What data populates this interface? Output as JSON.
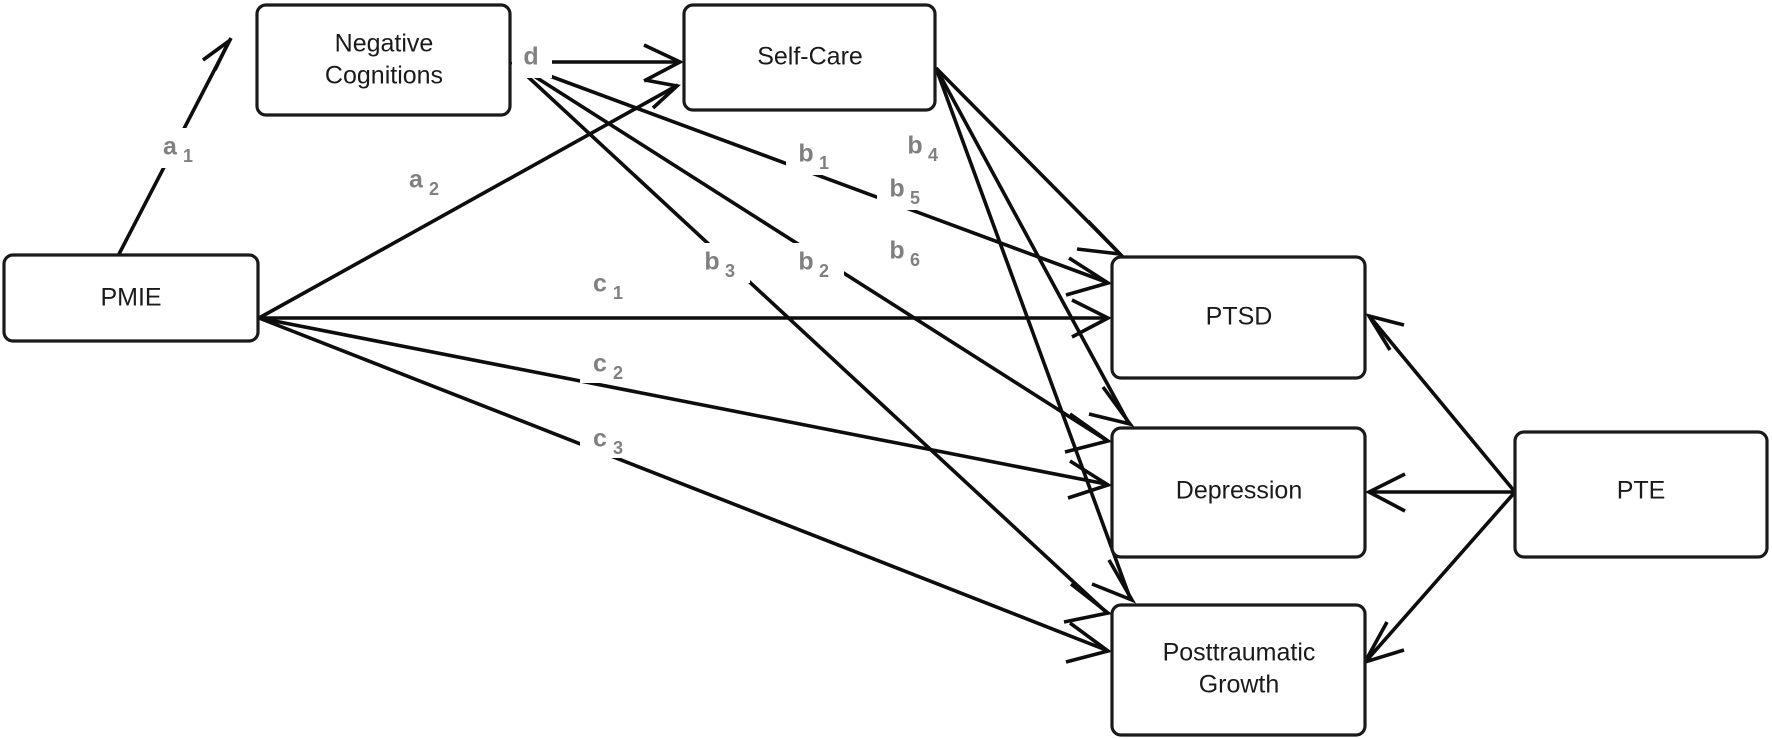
{
  "diagram": {
    "type": "path-model",
    "title": "",
    "background_color": "#ffffff",
    "line_color": "#0d0d0d",
    "box_stroke_color": "#1a1a1a",
    "box_fill_color": "#ffffff",
    "label_text_color": "#1a1a1a",
    "coefficient_color": "#808080"
  },
  "nodes": [
    {
      "id": "pmie",
      "label": "PMIE",
      "label_line1": "PMIE",
      "label_line2": ""
    },
    {
      "id": "negcog",
      "label": "Negative Cognitions",
      "label_line1": "Negative",
      "label_line2": "Cognitions"
    },
    {
      "id": "selfcare",
      "label": "Self-Care",
      "label_line1": "Self-Care",
      "label_line2": ""
    },
    {
      "id": "ptsd",
      "label": "PTSD",
      "label_line1": "PTSD",
      "label_line2": ""
    },
    {
      "id": "depression",
      "label": "Depression",
      "label_line1": "Depression",
      "label_line2": ""
    },
    {
      "id": "ptg",
      "label": "Posttraumatic Growth",
      "label_line1": "Posttraumatic",
      "label_line2": "Growth"
    },
    {
      "id": "pte",
      "label": "PTE",
      "label_line1": "PTE",
      "label_line2": ""
    }
  ],
  "edges": [
    {
      "id": "a1",
      "from": "pmie",
      "to": "negcog",
      "coef": "a",
      "sub": "1"
    },
    {
      "id": "a2",
      "from": "pmie",
      "to": "selfcare",
      "coef": "a",
      "sub": "2"
    },
    {
      "id": "d",
      "from": "negcog",
      "to": "selfcare",
      "coef": "d",
      "sub": ""
    },
    {
      "id": "b1",
      "from": "negcog",
      "to": "ptsd",
      "coef": "b",
      "sub": "1"
    },
    {
      "id": "b2",
      "from": "negcog",
      "to": "depression",
      "coef": "b",
      "sub": "2"
    },
    {
      "id": "b3",
      "from": "negcog",
      "to": "ptg",
      "coef": "b",
      "sub": "3"
    },
    {
      "id": "b4",
      "from": "selfcare",
      "to": "ptsd",
      "coef": "b",
      "sub": "4"
    },
    {
      "id": "b5",
      "from": "selfcare",
      "to": "depression",
      "coef": "b",
      "sub": "5"
    },
    {
      "id": "b6",
      "from": "selfcare",
      "to": "ptg",
      "coef": "b",
      "sub": "6"
    },
    {
      "id": "c1",
      "from": "pmie",
      "to": "ptsd",
      "coef": "c",
      "sub": "1"
    },
    {
      "id": "c2",
      "from": "pmie",
      "to": "depression",
      "coef": "c",
      "sub": "2"
    },
    {
      "id": "c3",
      "from": "pmie",
      "to": "ptg",
      "coef": "c",
      "sub": "3"
    },
    {
      "id": "pte_ptsd",
      "from": "pte",
      "to": "ptsd",
      "coef": "",
      "sub": ""
    },
    {
      "id": "pte_dep",
      "from": "pte",
      "to": "depression",
      "coef": "",
      "sub": ""
    },
    {
      "id": "pte_ptg",
      "from": "pte",
      "to": "ptg",
      "coef": "",
      "sub": ""
    }
  ],
  "labels": {
    "pmie": "PMIE",
    "negcog_line1": "Negative",
    "negcog_line2": "Cognitions",
    "selfcare": "Self-Care",
    "ptsd": "PTSD",
    "depression": "Depression",
    "ptg_line1": "Posttraumatic",
    "ptg_line2": "Growth",
    "pte": "PTE",
    "a1_base": "a",
    "a1_sub": "1",
    "a2_base": "a",
    "a2_sub": "2",
    "d_base": "d",
    "d_sub": "",
    "b1_base": "b",
    "b1_sub": "1",
    "b2_base": "b",
    "b2_sub": "2",
    "b3_base": "b",
    "b3_sub": "3",
    "b4_base": "b",
    "b4_sub": "4",
    "b5_base": "b",
    "b5_sub": "5",
    "b6_base": "b",
    "b6_sub": "6",
    "c1_base": "c",
    "c1_sub": "1",
    "c2_base": "c",
    "c2_sub": "2",
    "c3_base": "c",
    "c3_sub": "3"
  }
}
